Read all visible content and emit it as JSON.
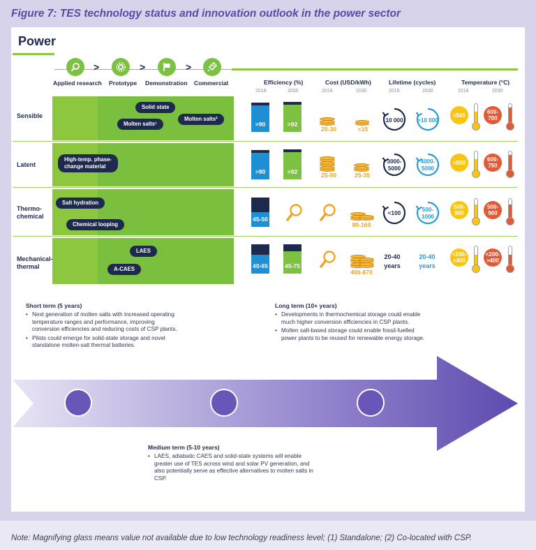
{
  "figure_title": "Figure 7: TES technology status and innovation outlook in the power sector",
  "section_title": "Power",
  "stages": [
    {
      "label": "Applied research",
      "icon": "magnifier-icon"
    },
    {
      "label": "Prototype",
      "icon": "gear-icon"
    },
    {
      "label": "Demonstration",
      "icon": "flag-icon"
    },
    {
      "label": "Commercial",
      "icon": "rocket-icon"
    }
  ],
  "columns": {
    "efficiency": "Efficiency (%)",
    "cost": "Cost (USD/kWh)",
    "lifetime": "Lifetime (cycles)",
    "temperature": "Temperature (°C)"
  },
  "years": [
    "2018",
    "2030"
  ],
  "rows": {
    "sensible": {
      "label": "Sensible",
      "techs": [
        "Solid state",
        "Molten salts¹",
        "Molten salts²"
      ],
      "efficiency": {
        "v2018": ">90",
        "v2030": ">92",
        "f2018": 0.9,
        "f2030": 0.92
      },
      "cost": {
        "v2018": "25-30",
        "v2030": "<15"
      },
      "lifetime": {
        "v2018": "10 000",
        "v2030": ">10 000"
      },
      "temperature": {
        "v2018": "<565",
        "v2030": "600-\n700"
      }
    },
    "latent": {
      "label": "Latent",
      "techs": [
        "High-temp. phase-\nchange material"
      ],
      "efficiency": {
        "v2018": ">90",
        "v2030": ">92",
        "f2018": 0.9,
        "f2030": 0.92
      },
      "cost": {
        "v2018": "25-90",
        "v2030": "25-35"
      },
      "lifetime": {
        "v2018": "3000-\n5000",
        "v2030": "4000-\n5000"
      },
      "temperature": {
        "v2018": "<600",
        "v2030": "600-\n750"
      }
    },
    "thermochemical": {
      "label": "Thermo-\nchemical",
      "techs": [
        "Salt hydration",
        "Chemical looping"
      ],
      "efficiency": {
        "v2018": "45-50",
        "v2030": "",
        "f2018": 0.5
      },
      "cost": {
        "v2018": "",
        "v2030": "80-160"
      },
      "lifetime": {
        "v2018": "<100",
        "v2030": "500-\n1000"
      },
      "temperature": {
        "v2018": "500-\n900",
        "v2030": "500-\n900"
      }
    },
    "mechanical": {
      "label": "Mechanical-\nthermal",
      "techs": [
        "LAES",
        "A-CAES"
      ],
      "efficiency": {
        "v2018": "40-65",
        "v2030": "45-75",
        "f2018": 0.65,
        "f2030": 0.75
      },
      "cost": {
        "v2018": "",
        "v2030": "400-870"
      },
      "lifetime": {
        "v2018": "20-40\nyears",
        "v2030": "20-40\nyears"
      },
      "temperature": {
        "v2018": "<200-\n>400",
        "v2030": "<200-\n>400"
      }
    }
  },
  "terms": {
    "short": {
      "title": "Short term (5 years)",
      "bullets": [
        "Next generation of molten salts with increased operating temperature ranges and performance, improving conversion efficiencies and reducing costs of CSP plants.",
        "Pilots could emerge for solid-state storage and novel standalone molten-salt thermal batteries."
      ]
    },
    "long": {
      "title": "Long term (10+ years)",
      "bullets": [
        "Developments in thermochemical storage could enable much higher conversion efficiencies in CSP plants.",
        "Molten salt-based storage could enable fossil-fuelled power plants to be reused for renewable energy storage."
      ]
    },
    "medium": {
      "title": "Medium term (5-10 years)",
      "bullets": [
        "LAES, adiabatic CAES and solid-state systems will enable greater use of TES across wind and solar PV generation, and also potentially serve as effective alternatives to molten salts in CSP."
      ]
    }
  },
  "note": "Note: Magnifying glass means value not available due to low technology readiness level; (1) Standalone; (2) Co-located with CSP.",
  "colors": {
    "green": "#8dc63f",
    "navy": "#1d2a4d",
    "blue": "#1f8fd3",
    "purple": "#6a56b8",
    "orange": "#f0a220"
  }
}
